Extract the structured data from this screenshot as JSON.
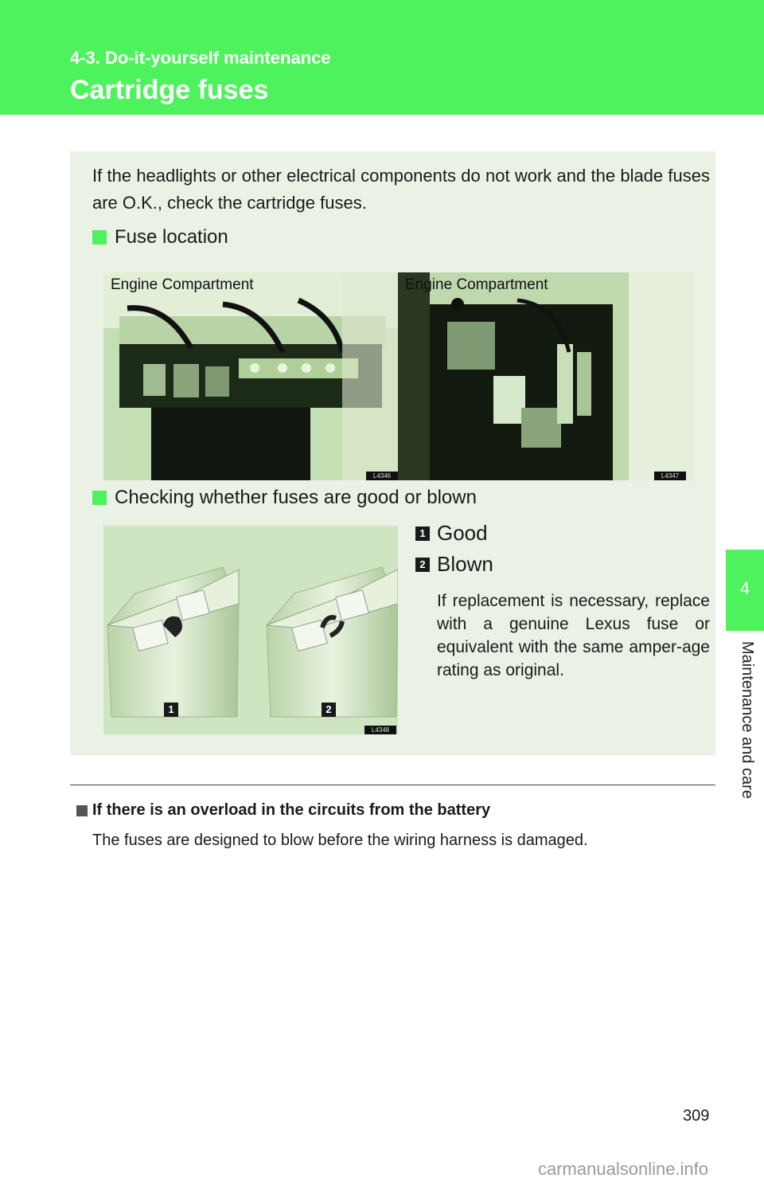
{
  "header": {
    "section": "4-3. Do-it-yourself maintenance",
    "title": "Cartridge fuses"
  },
  "side_tab": {
    "number": "4",
    "label": "Maintenance and care"
  },
  "intro": "If the headlights or other electrical components do not work and the blade fuses are O.K., check the cartridge fuses.",
  "fuse_location": {
    "heading": "Fuse location",
    "photos": [
      {
        "caption": "Engine Compartment",
        "code": "L4346"
      },
      {
        "caption": "Engine Compartment",
        "code": "L4347"
      }
    ]
  },
  "checking": {
    "heading": "Checking whether fuses are good or blown",
    "items": [
      {
        "num": "1",
        "label": "Good"
      },
      {
        "num": "2",
        "label": "Blown"
      }
    ],
    "illustration_code": "L4348",
    "note": "If replacement is necessary, replace with a genuine Lexus fuse or equivalent with the same amper-age rating as original."
  },
  "overload_note": {
    "heading": "If there is an overload in the circuits from the battery",
    "body": "The fuses are designed to blow before the wiring harness is damaged."
  },
  "page_number": "309",
  "watermark": "carmanualsonline.info"
}
